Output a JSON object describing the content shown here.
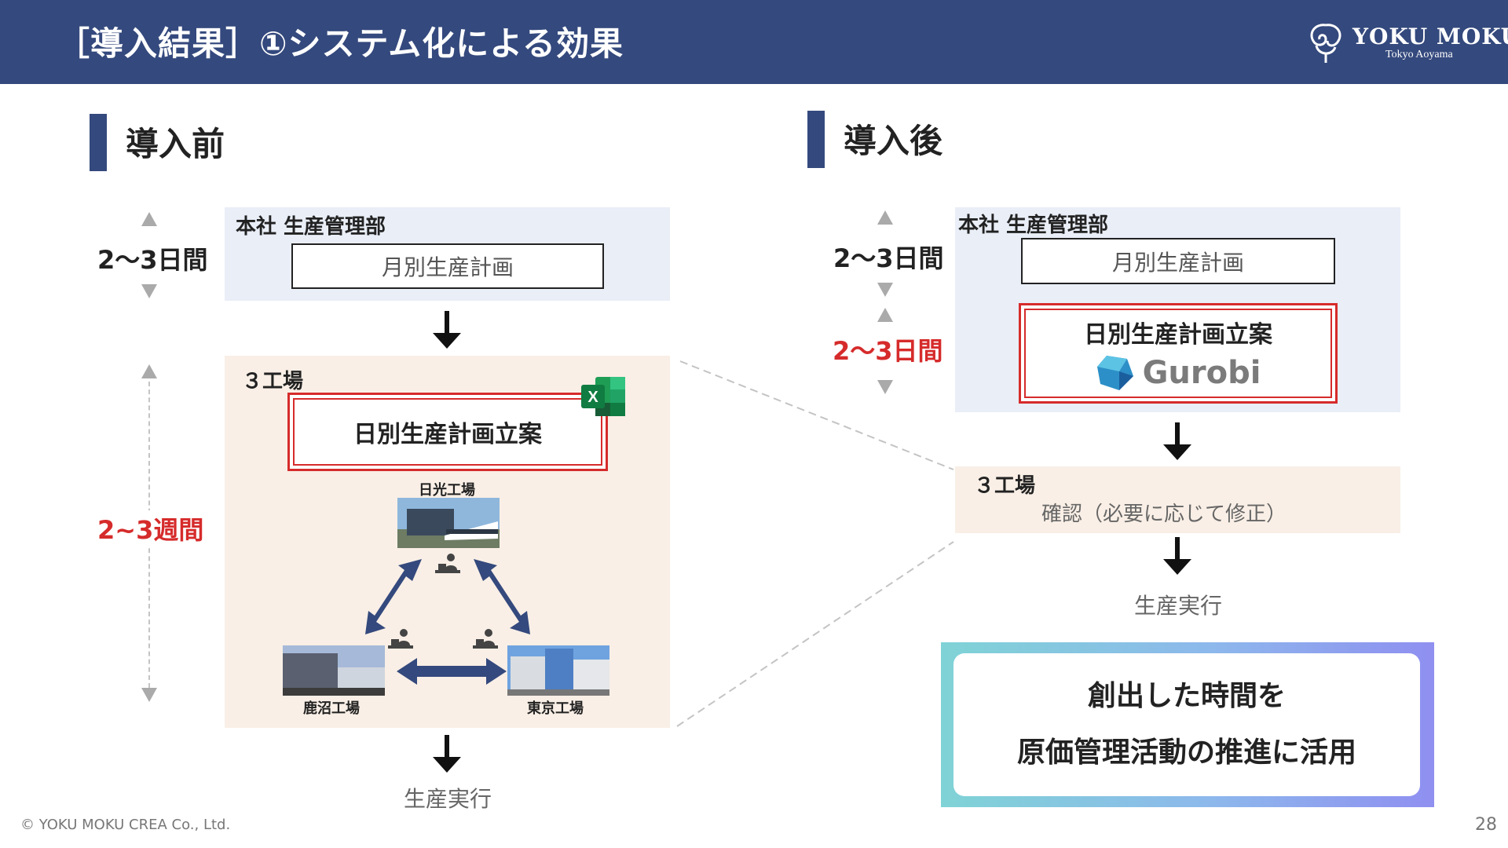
{
  "header": {
    "title": "［導入結果］①システム化による効果",
    "logo_text": "YOKU MOKU",
    "logo_sub": "Tokyo Aoyama"
  },
  "before": {
    "section_title": "導入前",
    "hq_label": "本社 生産管理部",
    "monthly_plan": "月別生産計画",
    "hq_duration": "2〜3日間",
    "factory_label": "３工場",
    "daily_plan": "日別生産計画立案",
    "factory_duration": "2~3週間",
    "factories": {
      "nikko": "日光工場",
      "kanuma": "鹿沼工場",
      "tokyo": "東京工場"
    },
    "execution": "生産実行"
  },
  "after": {
    "section_title": "導入後",
    "hq_label": "本社 生産管理部",
    "monthly_plan": "月別生産計画",
    "hq_duration": "2〜3日間",
    "daily_plan": "日別生産計画立案",
    "daily_duration": "2〜3日間",
    "gurobi": "Gurobi",
    "factory_label": "３工場",
    "factory_task": "確認（必要に応じて修正）",
    "execution": "生産実行",
    "cta_line1": "創出した時間を",
    "cta_line2": "原価管理活動の推進に活用"
  },
  "footer": {
    "copyright": "© YOKU MOKU CREA Co., Ltd.",
    "page": "28"
  },
  "icons": {
    "excel": "excel-icon",
    "gurobi": "gurobi-logo-icon",
    "logo": "yokumoku-logo-icon",
    "person": "person-at-desk-icon"
  },
  "colors": {
    "header_bg": "#34497d",
    "accent_red": "#d62b2b",
    "panel_blue": "#e9eef7",
    "panel_beige": "#f9efe6"
  }
}
